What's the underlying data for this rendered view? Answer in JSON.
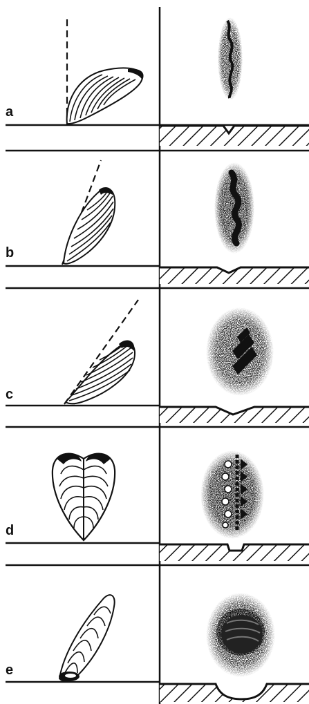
{
  "figure": {
    "panels": [
      {
        "id": "a",
        "label": "a"
      },
      {
        "id": "b",
        "label": "b"
      },
      {
        "id": "c",
        "label": "c"
      },
      {
        "id": "d",
        "label": "d"
      },
      {
        "id": "e",
        "label": "e"
      }
    ]
  },
  "colors": {
    "ink": "#111111",
    "background": "#ffffff"
  }
}
